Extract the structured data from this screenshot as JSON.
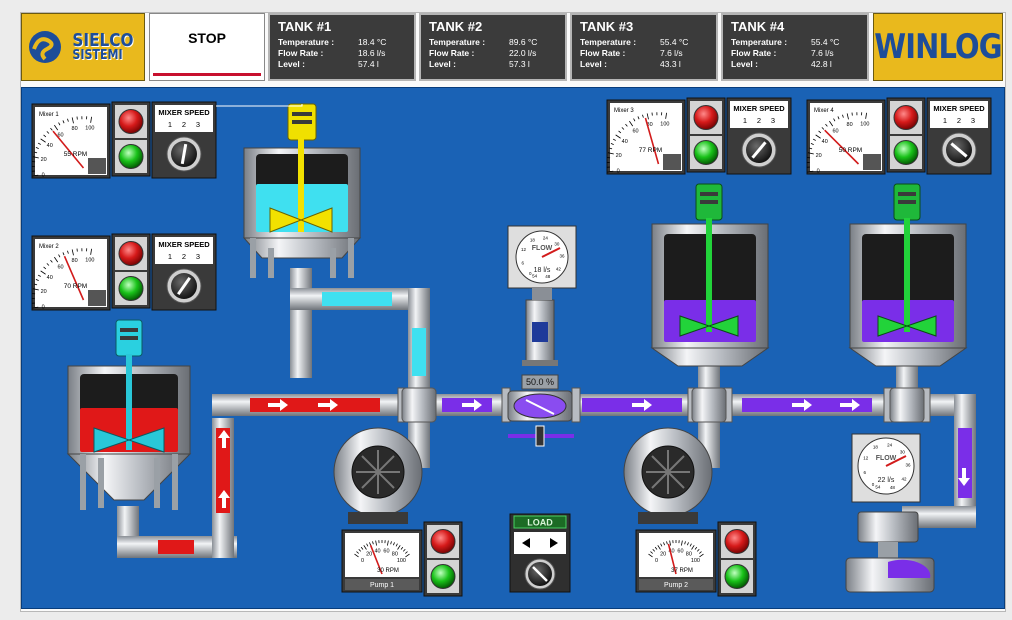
{
  "header": {
    "logo_left": {
      "line1": "SIELCO",
      "line2": "SISTEMI"
    },
    "logo_right": "WINLOG",
    "stop_label": "STOP"
  },
  "tanks": [
    {
      "title": "TANK #1",
      "temperature_label": "Temperature :",
      "temperature": "18.4 °C",
      "flow_label": "Flow Rate :",
      "flow": "18.6 l/s",
      "level_label": "Level :",
      "level": "57.4 l"
    },
    {
      "title": "TANK #2",
      "temperature_label": "Temperature :",
      "temperature": "89.6 °C",
      "flow_label": "Flow Rate :",
      "flow": "22.0 l/s",
      "level_label": "Level :",
      "level": "57.3 l"
    },
    {
      "title": "TANK #3",
      "temperature_label": "Temperature :",
      "temperature": "55.4 °C",
      "flow_label": "Flow Rate :",
      "flow": "7.6 l/s",
      "level_label": "Level :",
      "level": "43.3 l"
    },
    {
      "title": "TANK #4",
      "temperature_label": "Temperature :",
      "temperature": "55.4 °C",
      "flow_label": "Flow Rate :",
      "flow": "7.6 l/s",
      "level_label": "Level :",
      "level": "42.8 l"
    }
  ],
  "mixers": [
    {
      "name": "Mixer 1",
      "unit": "RPM",
      "speed_label": "MIXER SPEED",
      "speeds": [
        "1",
        "2",
        "3"
      ],
      "value": 55
    },
    {
      "name": "Mixer 2",
      "unit": "RPM",
      "speed_label": "MIXER SPEED",
      "speeds": [
        "1",
        "2",
        "3"
      ],
      "value": 70
    },
    {
      "name": "Mixer 3",
      "unit": "RPM",
      "speed_label": "MIXER SPEED",
      "speeds": [
        "1",
        "2",
        "3"
      ],
      "value": 77
    },
    {
      "name": "Mixer 4",
      "unit": "RPM",
      "speed_label": "MIXER SPEED",
      "speeds": [
        "1",
        "2",
        "3"
      ],
      "value": 50
    }
  ],
  "gauge_ticks": [
    "0",
    "20",
    "40",
    "60",
    "80",
    "100"
  ],
  "pumps": [
    {
      "name": "Pump 1",
      "unit": "RPM",
      "value": 30
    },
    {
      "name": "Pump 2",
      "unit": "RPM",
      "value": 37
    }
  ],
  "flow_meters": [
    {
      "label": "FLOW",
      "value": "18 l/s",
      "ticks": [
        "0",
        "6",
        "12",
        "18",
        "24",
        "30",
        "36",
        "42",
        "48",
        "54"
      ]
    },
    {
      "label": "FLOW",
      "value": "22 l/s",
      "ticks": [
        "0",
        "6",
        "12",
        "18",
        "24",
        "30",
        "36",
        "42",
        "48",
        "54"
      ]
    }
  ],
  "valve": {
    "opening": "50.0 %"
  },
  "load": {
    "label": "LOAD"
  },
  "colors": {
    "process_bg": "#1a62b5",
    "water": "#3fe0f0",
    "hot": "#e01818",
    "purple": "#7a2ee8",
    "agitator_yellow": "#f2e100",
    "agitator_cyan": "#29c7d8",
    "agitator_green": "#22d33a"
  }
}
